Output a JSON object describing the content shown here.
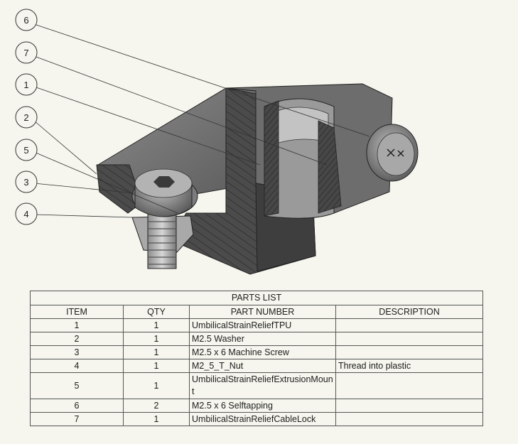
{
  "balloons": [
    "6",
    "7",
    "1",
    "2",
    "5",
    "3",
    "4"
  ],
  "parts_list": {
    "title": "PARTS LIST",
    "headers": [
      "ITEM",
      "QTY",
      "PART NUMBER",
      "DESCRIPTION"
    ],
    "rows": [
      {
        "item": "1",
        "qty": "1",
        "part": "UmbilicalStrainReliefTPU",
        "desc": ""
      },
      {
        "item": "2",
        "qty": "1",
        "part": "M2.5 Washer",
        "desc": ""
      },
      {
        "item": "3",
        "qty": "1",
        "part": "M2.5 x 6 Machine Screw",
        "desc": ""
      },
      {
        "item": "4",
        "qty": "1",
        "part": "M2_5_T_Nut",
        "desc": "Thread into plastic"
      },
      {
        "item": "5",
        "qty": "1",
        "part": "UmbilicalStrainReliefExtrusionMount",
        "desc": ""
      },
      {
        "item": "6",
        "qty": "2",
        "part": "M2.5 x 6 Selftapping",
        "desc": ""
      },
      {
        "item": "7",
        "qty": "1",
        "part": "UmbilicalStrainReliefCableLock",
        "desc": ""
      }
    ]
  }
}
